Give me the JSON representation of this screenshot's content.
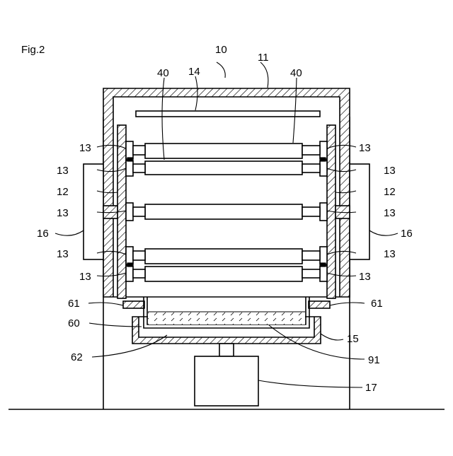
{
  "figure": {
    "title": "Fig.2",
    "labels": {
      "n10": "10",
      "n11": "11",
      "n14": "14",
      "n40_left": "40",
      "n40_right": "40",
      "n13_l1": "13",
      "n13_l2": "13",
      "n13_l3": "13",
      "n13_l4": "13",
      "n13_l5": "13",
      "n13_r1": "13",
      "n13_r2": "13",
      "n13_r3": "13",
      "n13_r4": "13",
      "n13_r5": "13",
      "n12_left": "12",
      "n12_right": "12",
      "n16_left": "16",
      "n16_right": "16",
      "n61_left": "61",
      "n61_right": "61",
      "n60": "60",
      "n15": "15",
      "n62": "62",
      "n91": "91",
      "n17": "17"
    }
  }
}
